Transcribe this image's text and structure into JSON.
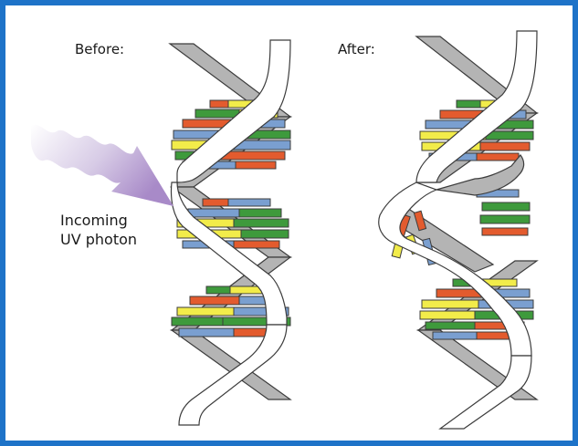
{
  "labels": {
    "before": "Before:",
    "after": "After:",
    "photon_line1": "Incoming",
    "photon_line2": "UV photon"
  },
  "colors": {
    "frame": "#1e73c8",
    "backbone_light": "#ffffff",
    "backbone_dark": "#b4b4b4",
    "outline": "#3c3c3c",
    "base_yellow": "#f2ec4a",
    "base_blue": "#7a9fd0",
    "base_green": "#3e9a3c",
    "base_red": "#e35b2e",
    "photon_start": "#ffffff",
    "photon_end": "#a88ac8"
  },
  "icons": {
    "photon": "wavy-arrow-icon",
    "dna": "double-helix-icon"
  }
}
